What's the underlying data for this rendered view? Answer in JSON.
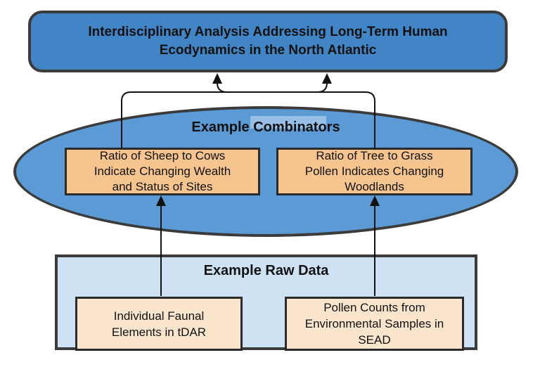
{
  "diagram": {
    "top_box": {
      "title_lines": [
        "Interdisciplinary Analysis Addressing Long-Term Human",
        "Ecodynamics in the North Atlantic"
      ]
    },
    "combinators": {
      "label": "Example Combinators",
      "boxes": [
        {
          "lines": [
            "Ratio of Sheep to Cows",
            "Indicate Changing Wealth",
            "and Status of Sites"
          ]
        },
        {
          "lines": [
            "Ratio of Tree to Grass",
            "Pollen Indicates Changing",
            "Woodlands"
          ]
        }
      ]
    },
    "raw_data": {
      "label": "Example Raw Data",
      "boxes": [
        {
          "lines": [
            "Individual Faunal",
            "Elements in tDAR"
          ]
        },
        {
          "lines": [
            "Pollen Counts from",
            "Environmental Samples in",
            "SEAD"
          ]
        }
      ]
    },
    "colors": {
      "top_box_fill": "#4285c6",
      "ellipse_fill": "#5b9ad5",
      "combinator_box_fill": "#f5c48f",
      "raw_container_fill": "#cfe2f3",
      "raw_box_fill": "#fce5cd",
      "shape_border": "#3b3b3b",
      "connector_line": "#111111"
    }
  }
}
